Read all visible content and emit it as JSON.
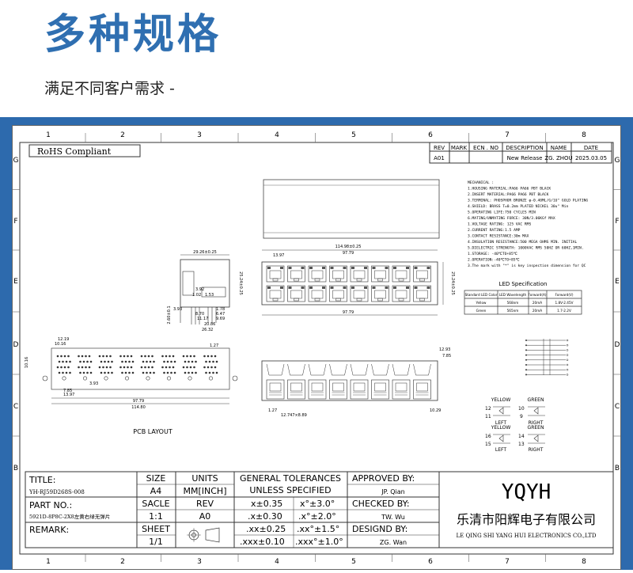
{
  "header": {
    "title": "多种规格",
    "subtitle": "满足不同客户需求 -"
  },
  "colors": {
    "brand_blue": "#2f6fb1",
    "frame_blue": "#2d6aad"
  },
  "drawing": {
    "col_labels": [
      "1",
      "2",
      "3",
      "4",
      "5",
      "6",
      "7",
      "8"
    ],
    "row_labels": [
      "G",
      "F",
      "E",
      "D",
      "C",
      "B"
    ],
    "rohs": "RoHS Compliant",
    "revision": {
      "headers": [
        "REV",
        "MARK",
        "ECN . NO",
        "DESCRIPTION",
        "NAME",
        "DATE"
      ],
      "row": [
        "A01",
        "",
        "",
        "New Release",
        "ZG. ZHOU",
        "2025.03.05"
      ]
    },
    "notes": [
      "MECHANICAL :",
      "1.HOUSING MATERIAL:PA66 PA66 PBT BLACK",
      "2.INSERT MATERIAL:PA66 PA66 PBT BLACK",
      "3.TERMINAL: PHOSPHOR BRONZE φ-0.40ML/G/1U\" GOLD PLATING",
      "4.SHIELD: BRASS T=0.2mm PLATED NICKEL 30u\" Min",
      "5.OPERATING LIFE:750 CYCLES MIN",
      "6.MATING/UNMATING FORCE: 30N/3.06KGf MAX",
      "1.VOLTAGE RATING: 125 VAC RMS",
      "2.CURRENT RATING:1.5 AMP",
      "3.CONTACT RESISTANCE:30m MAX",
      "4.INSULATION RESISTANCE:500 MEGA OHMS MIN. INITIAL",
      "5.DIELECTRIC STRENGTH: 1000VAC RMS 50HZ OR 60HZ,1MIN.",
      "1.STORAGE: -40℃TO+85℃",
      "2.OPERATION:-40℃TO+85℃",
      "3.The mark with \"*\" is key inspection dimension for QC"
    ],
    "led_spec": {
      "title": "LED Specification",
      "headers": [
        "Standard LED Color",
        "LED Wavelength",
        "Forward(A)",
        "Forward(V)"
      ],
      "rows": [
        [
          "Yellow",
          "568nm",
          "20mA",
          "1.8V-2.45V"
        ],
        [
          "Green",
          "565nm",
          "20mA",
          "1.7-2.2V"
        ]
      ]
    },
    "dims": {
      "d_29_26": "29.26±0.25",
      "d_114": "114.98±0.25",
      "d_97_79": "97.79",
      "d_13_97": "13.97",
      "d_25_24": "25.24±0.25",
      "d_3_92": "3.92",
      "d_1_02": "1.02",
      "d_1_53": "1.53",
      "d_3_93": "3.93",
      "d_2_60": "2.60±0.1",
      "d_8_70": "8.70",
      "d_6_47": "6.47",
      "d_1_78": "1.78",
      "d_11_17": "11.17",
      "d_9_69": "9.69",
      "d_20_86": "20.86",
      "d_26_32": "26.32",
      "d_12_19": "12.19",
      "d_10_16": "10.16",
      "d_1_27": "1.27",
      "d_12_93": "12.93",
      "d_7_85": "7.85",
      "d_114_80": "114.80",
      "d_12_747": "12.747×8.89",
      "d_10_29": "10.29",
      "d_3_93b": "3.93",
      "pcb_layout": "PCB LAYOUT"
    },
    "led_diagram": {
      "yellow": "YELLOW",
      "green": "GREEN",
      "left": "LEFT",
      "right": "RIGHT",
      "p12": "12",
      "p11": "11",
      "p10": "10",
      "p9": "9",
      "p16": "16",
      "p15": "15",
      "p14": "14",
      "p13": "13"
    },
    "title_block": {
      "title_label": "TITLE:",
      "title_value": "YH-RJ59D268S-008",
      "size_label": "SIZE",
      "size_value": "A4",
      "units_label": "UNITS",
      "units_value": "MM[INCH]",
      "tol_label_1": "GENERAL TOLERANCES",
      "tol_label_2": "UNLESS SPECIFIED",
      "tol": [
        "x±0.35",
        "x°±3.0°",
        ".x±0.30",
        ".x°±2.0°",
        ".xx±0.25",
        ".xx°±1.5°",
        ".xxx±0.10",
        ".xxx°±1.0°"
      ],
      "approved_label": "APPROVED BY:",
      "approved_value": "JP. Qian",
      "part_label": "PART NO.:",
      "part_value": "5921D-8P8C-2X8左黄右绿无弹片",
      "scale_label": "SACLE",
      "scale_value": "1:1",
      "rev_label": "REV",
      "rev_value": "A0",
      "checked_label": "CHECKED BY:",
      "checked_value": "TW. Wu",
      "remark_label": "REMARK:",
      "sheet_label": "SHEET",
      "sheet_value": "1/1",
      "designed_label": "DESIGND BY:",
      "designed_value": "ZG. Wan",
      "company_logo": "YQYH",
      "company_cn": "乐清市阳辉电子有限公司",
      "company_en": "LE QING SHI YANG HUI ELECTRONICS CO.,LTD"
    }
  }
}
